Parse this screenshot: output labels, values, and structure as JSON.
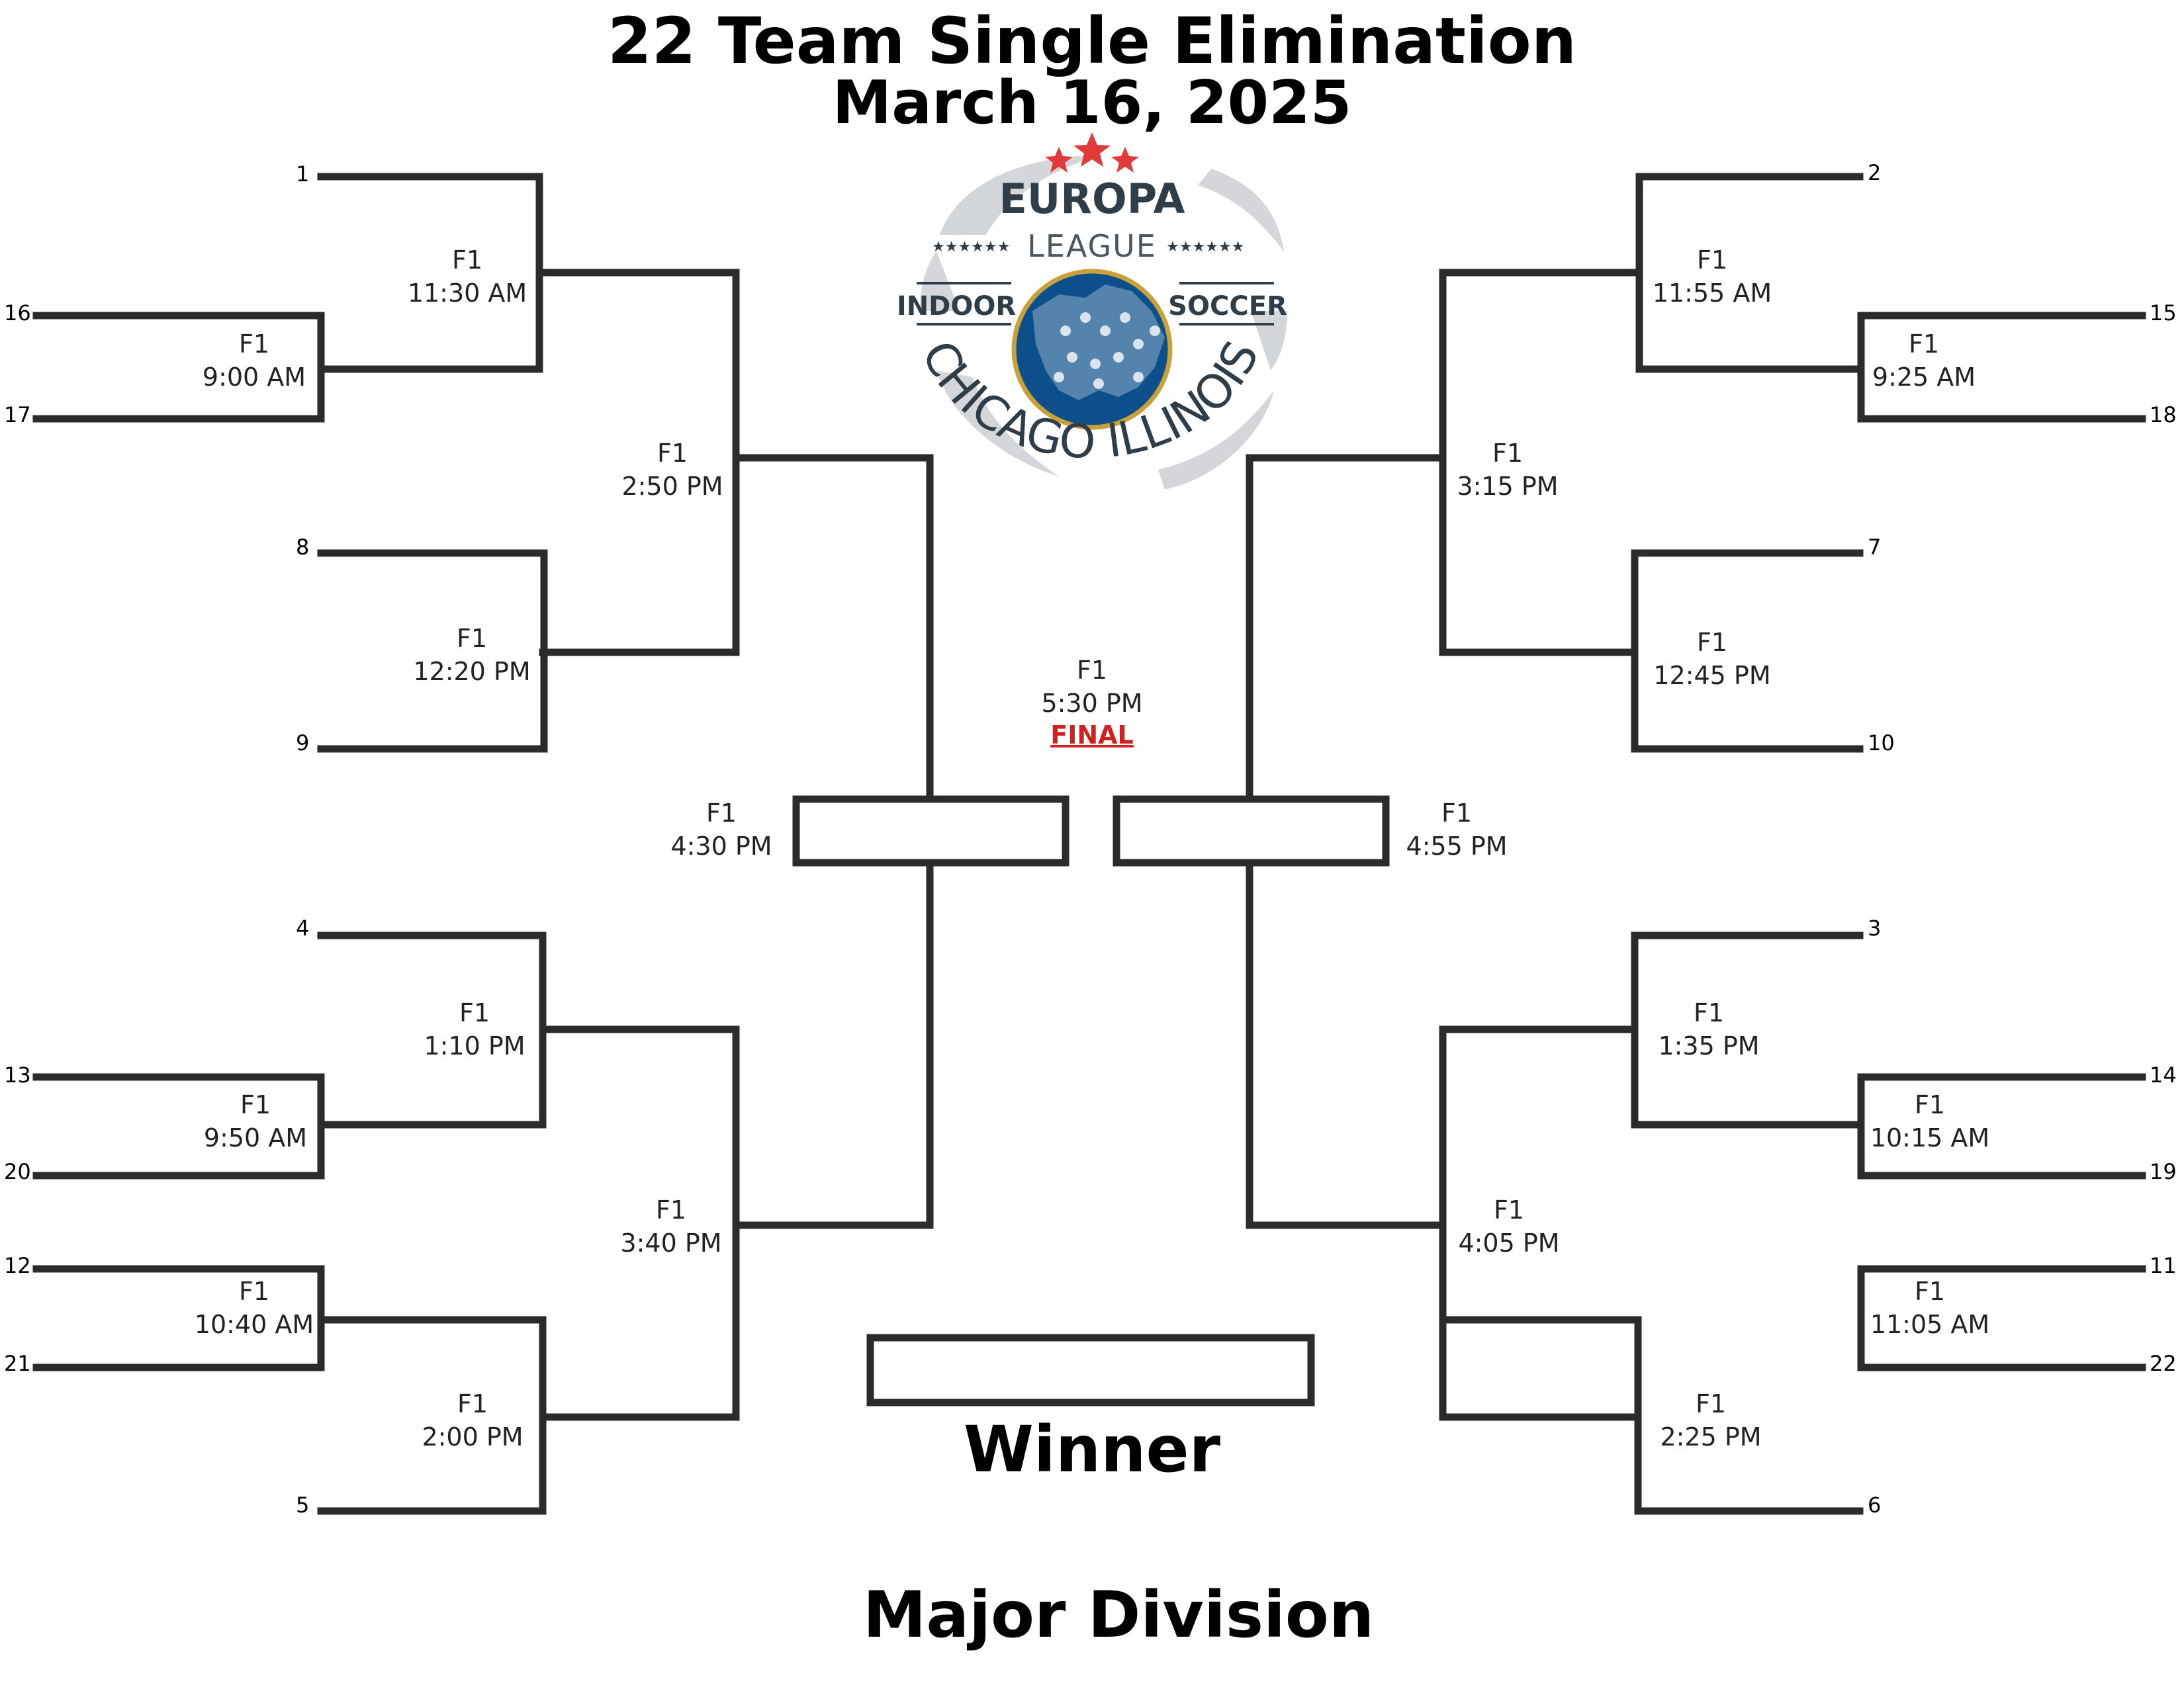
{
  "header": {
    "title": "22 Team Single Elimination",
    "subtitle": "March 16, 2025"
  },
  "logo": {
    "word_top": "EUROPA",
    "word_league": "LEAGUE",
    "word_left": "INDOOR",
    "word_right": "SOCCER",
    "word_arc": "CHICAGO ILLINOIS",
    "colors": {
      "globe": "#0d4f8b",
      "ring": "#c9a13b",
      "star": "#e03a3a",
      "text": "#2f3d49",
      "swirl": "#c9ccd0"
    }
  },
  "seeds": {
    "s1": "1",
    "s2": "2",
    "s3": "3",
    "s4": "4",
    "s5": "5",
    "s6": "6",
    "s7": "7",
    "s8": "8",
    "s9": "9",
    "s10": "10",
    "s11": "11",
    "s12": "12",
    "s13": "13",
    "s14": "14",
    "s15": "15",
    "s16": "16",
    "s17": "17",
    "s18": "18",
    "s19": "19",
    "s20": "20",
    "s21": "21",
    "s22": "22"
  },
  "games": {
    "g_16_17": {
      "field": "F1",
      "time": "9:00 AM"
    },
    "g_1": {
      "field": "F1",
      "time": "11:30 AM"
    },
    "g_8_9": {
      "field": "F1",
      "time": "12:20 PM"
    },
    "g_ul_sf": {
      "field": "F1",
      "time": "2:50 PM"
    },
    "g_13_20": {
      "field": "F1",
      "time": "9:50 AM"
    },
    "g_12_21": {
      "field": "F1",
      "time": "10:40 AM"
    },
    "g_4": {
      "field": "F1",
      "time": "1:10 PM"
    },
    "g_5": {
      "field": "F1",
      "time": "2:00 PM"
    },
    "g_ll_sf": {
      "field": "F1",
      "time": "3:40 PM"
    },
    "g_left_semi": {
      "field": "F1",
      "time": "4:30 PM"
    },
    "g_15_18": {
      "field": "F1",
      "time": "9:25 AM"
    },
    "g_2": {
      "field": "F1",
      "time": "11:55 AM"
    },
    "g_7_10": {
      "field": "F1",
      "time": "12:45 PM"
    },
    "g_ur_sf": {
      "field": "F1",
      "time": "3:15 PM"
    },
    "g_14_19": {
      "field": "F1",
      "time": "10:15 AM"
    },
    "g_11_22": {
      "field": "F1",
      "time": "11:05 AM"
    },
    "g_3": {
      "field": "F1",
      "time": "1:35 PM"
    },
    "g_6": {
      "field": "F1",
      "time": "2:25 PM"
    },
    "g_lr_sf": {
      "field": "F1",
      "time": "4:05 PM"
    },
    "g_right_semi": {
      "field": "F1",
      "time": "4:55 PM"
    },
    "g_final": {
      "field": "F1",
      "time": "5:30 PM",
      "label": "FINAL"
    }
  },
  "footer": {
    "winner_label": "Winner",
    "division": "Major Division"
  },
  "colors": {
    "line": "#2b2b2b",
    "final_label": "#d21f1f"
  }
}
